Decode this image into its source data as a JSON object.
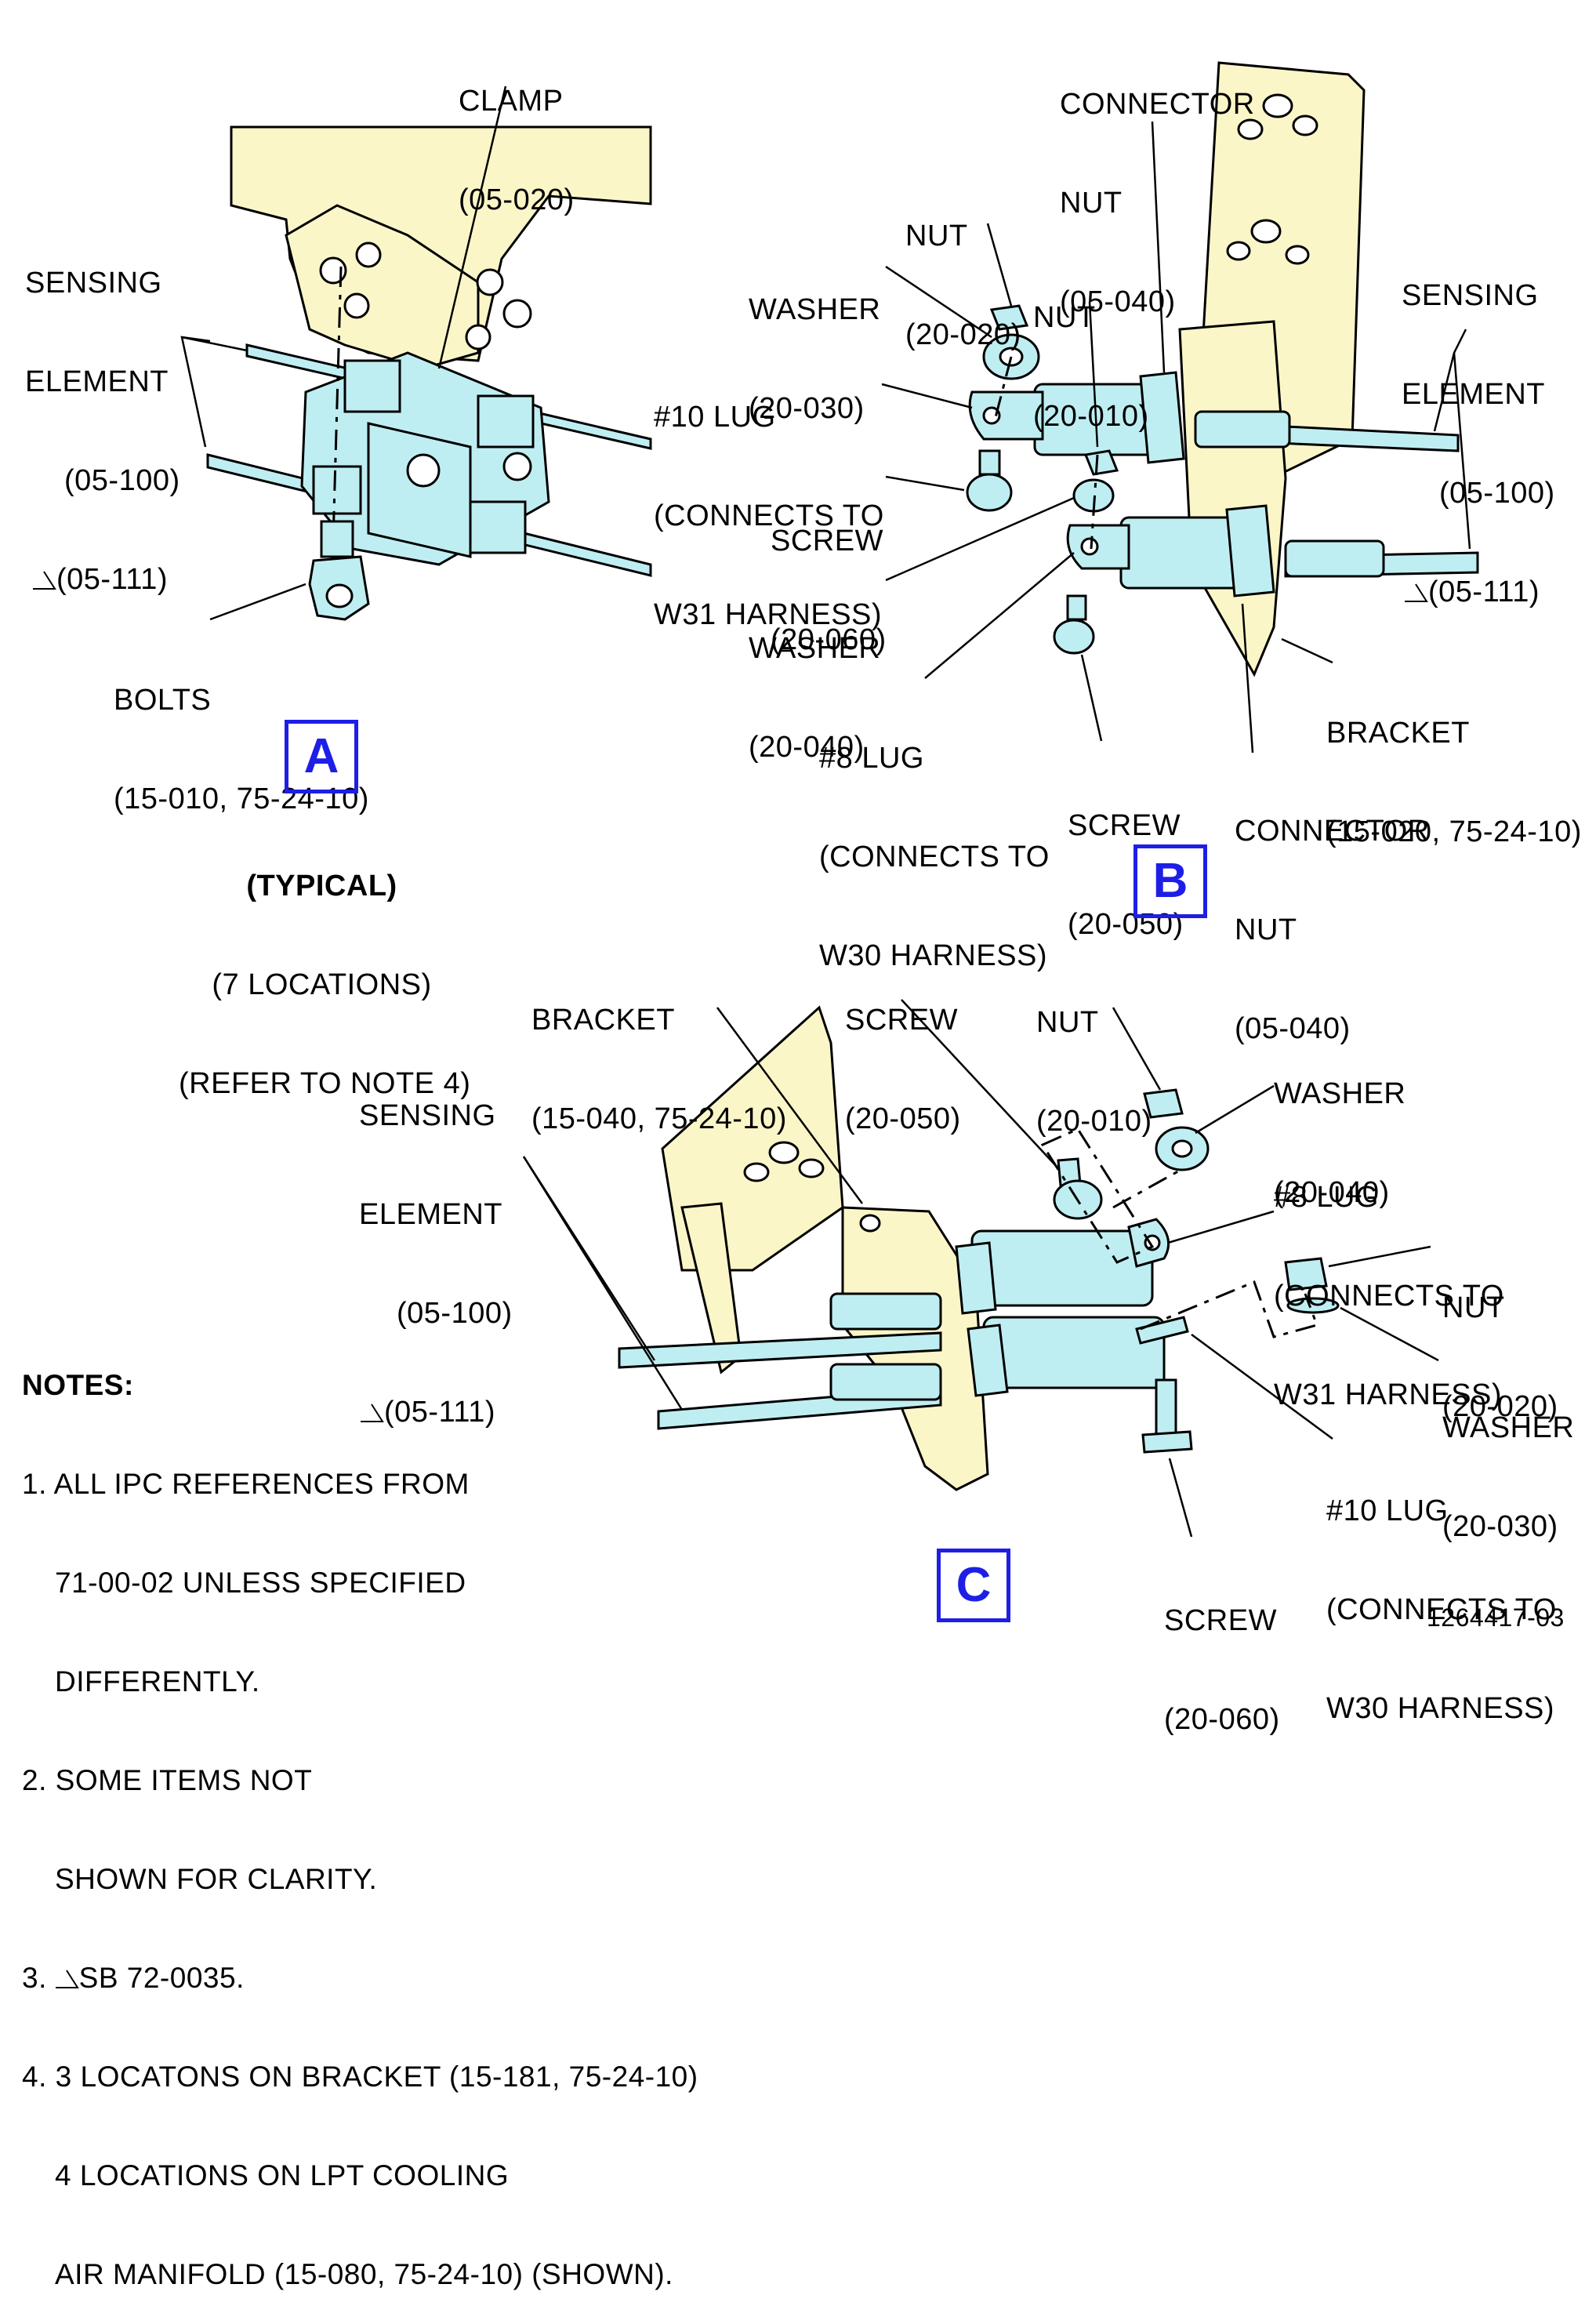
{
  "colors": {
    "bracket_fill": "#fbf6c8",
    "part_fill": "#bfeef2",
    "view_label": "#1e1ee6"
  },
  "view_a": {
    "letter": "A",
    "clamp": [
      "CLAMP",
      "(05-020)"
    ],
    "sensing": [
      "SENSING",
      "ELEMENT",
      "(05-100)",
      "(05-111)"
    ],
    "bolts": [
      "BOLTS",
      "(15-010, 75-24-10)"
    ],
    "caption_bold": "(TYPICAL)",
    "caption": [
      "(7 LOCATIONS)",
      "(REFER TO NOTE 4)"
    ]
  },
  "view_b": {
    "letter": "B",
    "connector_nut_top": [
      "CONNECTOR",
      "NUT",
      "(05-040)"
    ],
    "nut_20_020": [
      "NUT",
      "(20-020)"
    ],
    "washer_20_030": [
      "WASHER",
      "(20-030)"
    ],
    "nut_20_010": [
      "NUT",
      "(20-010)"
    ],
    "sensing": [
      "SENSING",
      "ELEMENT",
      "(05-100)",
      "(05-111)"
    ],
    "lug_10": [
      "#10 LUG",
      "(CONNECTS TO",
      "W31 HARNESS)"
    ],
    "screw_20_060": [
      "SCREW",
      "(20-060)"
    ],
    "washer_20_040": [
      "WASHER",
      "(20-040)"
    ],
    "lug_8": [
      "#8 LUG",
      "(CONNECTS TO",
      "W30 HARNESS)"
    ],
    "screw_20_050": [
      "SCREW",
      "(20-050)"
    ],
    "bracket": [
      "BRACKET",
      "(15-020, 75-24-10)"
    ],
    "connector_nut_bottom": [
      "CONNECTOR",
      "NUT",
      "(05-040)"
    ]
  },
  "view_c": {
    "letter": "C",
    "bracket": [
      "BRACKET",
      "(15-040, 75-24-10)"
    ],
    "screw_20_050": [
      "SCREW",
      "(20-050)"
    ],
    "nut_20_010": [
      "NUT",
      "(20-010)"
    ],
    "washer_20_040": [
      "WASHER",
      "(20-040)"
    ],
    "sensing": [
      "SENSING",
      "ELEMENT",
      "(05-100)",
      "(05-111)"
    ],
    "lug_8": [
      "#8 LUG",
      "(CONNECTS TO",
      "W31 HARNESS)"
    ],
    "nut_20_020": [
      "NUT",
      "(20-020)"
    ],
    "washer_20_030": [
      "WASHER",
      "(20-030)"
    ],
    "lug_10": [
      "#10 LUG",
      "(CONNECTS TO",
      "W30 HARNESS)"
    ],
    "screw_20_060": [
      "SCREW",
      "(20-060)"
    ]
  },
  "notes": {
    "heading": "NOTES:",
    "n1": [
      "1. ALL IPC REFERENCES FROM",
      "71-00-02 UNLESS SPECIFIED",
      "DIFFERENTLY."
    ],
    "n2": [
      "2. SOME ITEMS NOT",
      "SHOWN FOR CLARITY."
    ],
    "n3_prefix": "3.",
    "n3_text": "SB 72-0035.",
    "n4": [
      "4. 3 LOCATONS ON BRACKET (15-181, 75-24-10)",
      "4 LOCATIONS ON LPT COOLING",
      "AIR MANIFOLD (15-080, 75-24-10) (SHOWN)."
    ]
  },
  "drawing_number": "1264417-03"
}
